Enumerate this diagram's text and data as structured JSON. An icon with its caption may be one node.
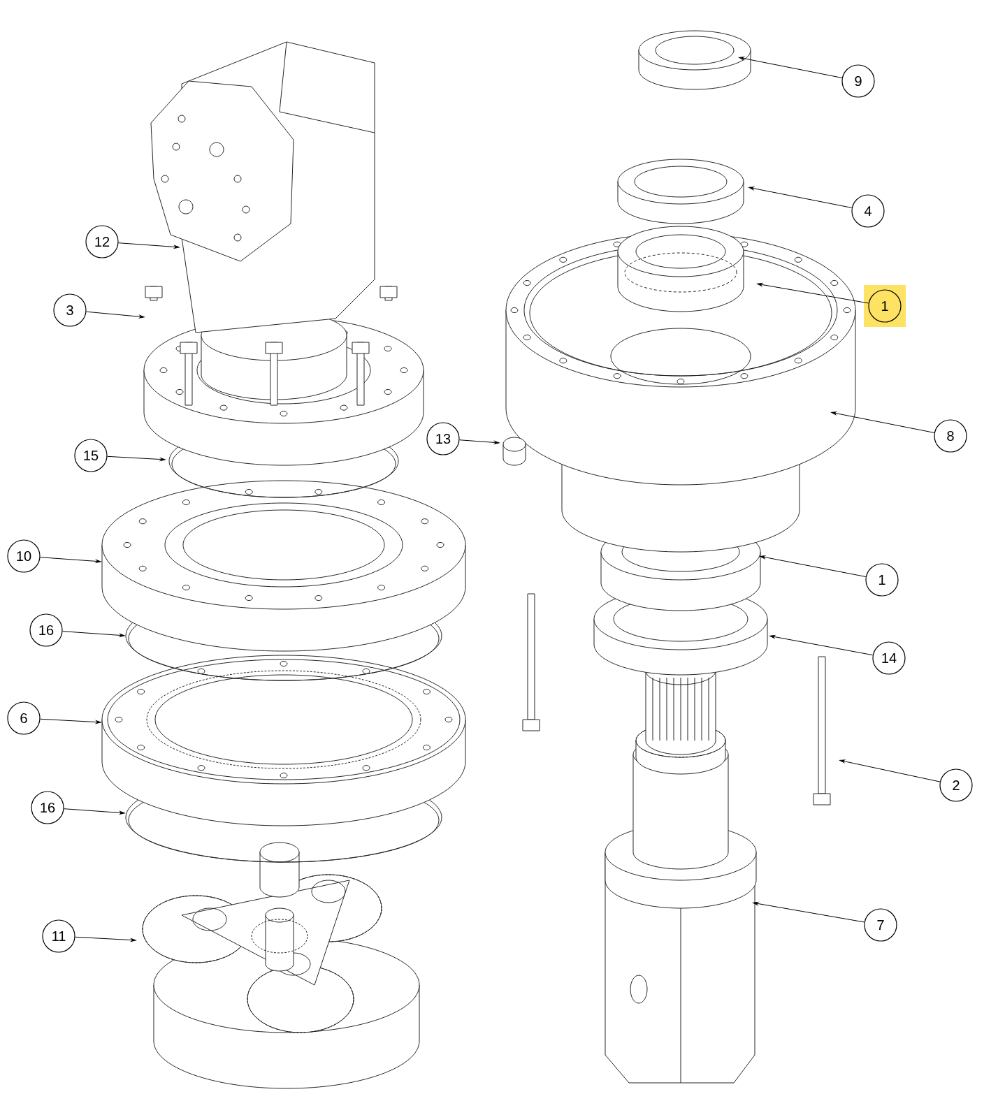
{
  "diagram": {
    "nodes": [
      {
        "text": [
          "9"
        ]
      },
      {
        "text": [
          "4"
        ]
      },
      {
        "text": [
          "12"
        ]
      },
      {
        "text": [
          "1"
        ]
      },
      {
        "text": [
          "3"
        ]
      },
      {
        "text": [
          "8"
        ]
      },
      {
        "text": [
          "13"
        ]
      },
      {
        "text": [
          "15"
        ]
      },
      {
        "text": [
          "10"
        ]
      },
      {
        "text": [
          "1"
        ]
      },
      {
        "text": [
          "16"
        ]
      },
      {
        "text": [
          "14"
        ]
      },
      {
        "text": [
          "6"
        ]
      },
      {
        "text": [
          "2"
        ]
      },
      {
        "text": [
          "16"
        ]
      },
      {
        "text": [
          "7"
        ]
      },
      {
        "text": [
          "11"
        ]
      }
    ],
    "edges": [
      {
        "from": 0,
        "to": null,
        "arrow": "to"
      },
      {
        "from": 1,
        "to": null,
        "arrow": "to"
      },
      {
        "from": 2,
        "to": null,
        "arrow": "to"
      },
      {
        "from": 3,
        "to": null,
        "arrow": "to"
      },
      {
        "from": 4,
        "to": null,
        "arrow": "to"
      },
      {
        "from": 5,
        "to": null,
        "arrow": "to"
      },
      {
        "from": 6,
        "to": null,
        "arrow": "to"
      },
      {
        "from": 7,
        "to": null,
        "arrow": "to"
      },
      {
        "from": 8,
        "to": null,
        "arrow": "to"
      },
      {
        "from": 9,
        "to": null,
        "arrow": "to"
      },
      {
        "from": 10,
        "to": null,
        "arrow": "to"
      },
      {
        "from": 11,
        "to": null,
        "arrow": "to"
      },
      {
        "from": 12,
        "to": null,
        "arrow": "to"
      },
      {
        "from": 13,
        "to": null,
        "arrow": "to"
      },
      {
        "from": 14,
        "to": null,
        "arrow": "to"
      },
      {
        "from": 15,
        "to": null,
        "arrow": "to"
      },
      {
        "from": 16,
        "to": null,
        "arrow": "to"
      }
    ]
  }
}
